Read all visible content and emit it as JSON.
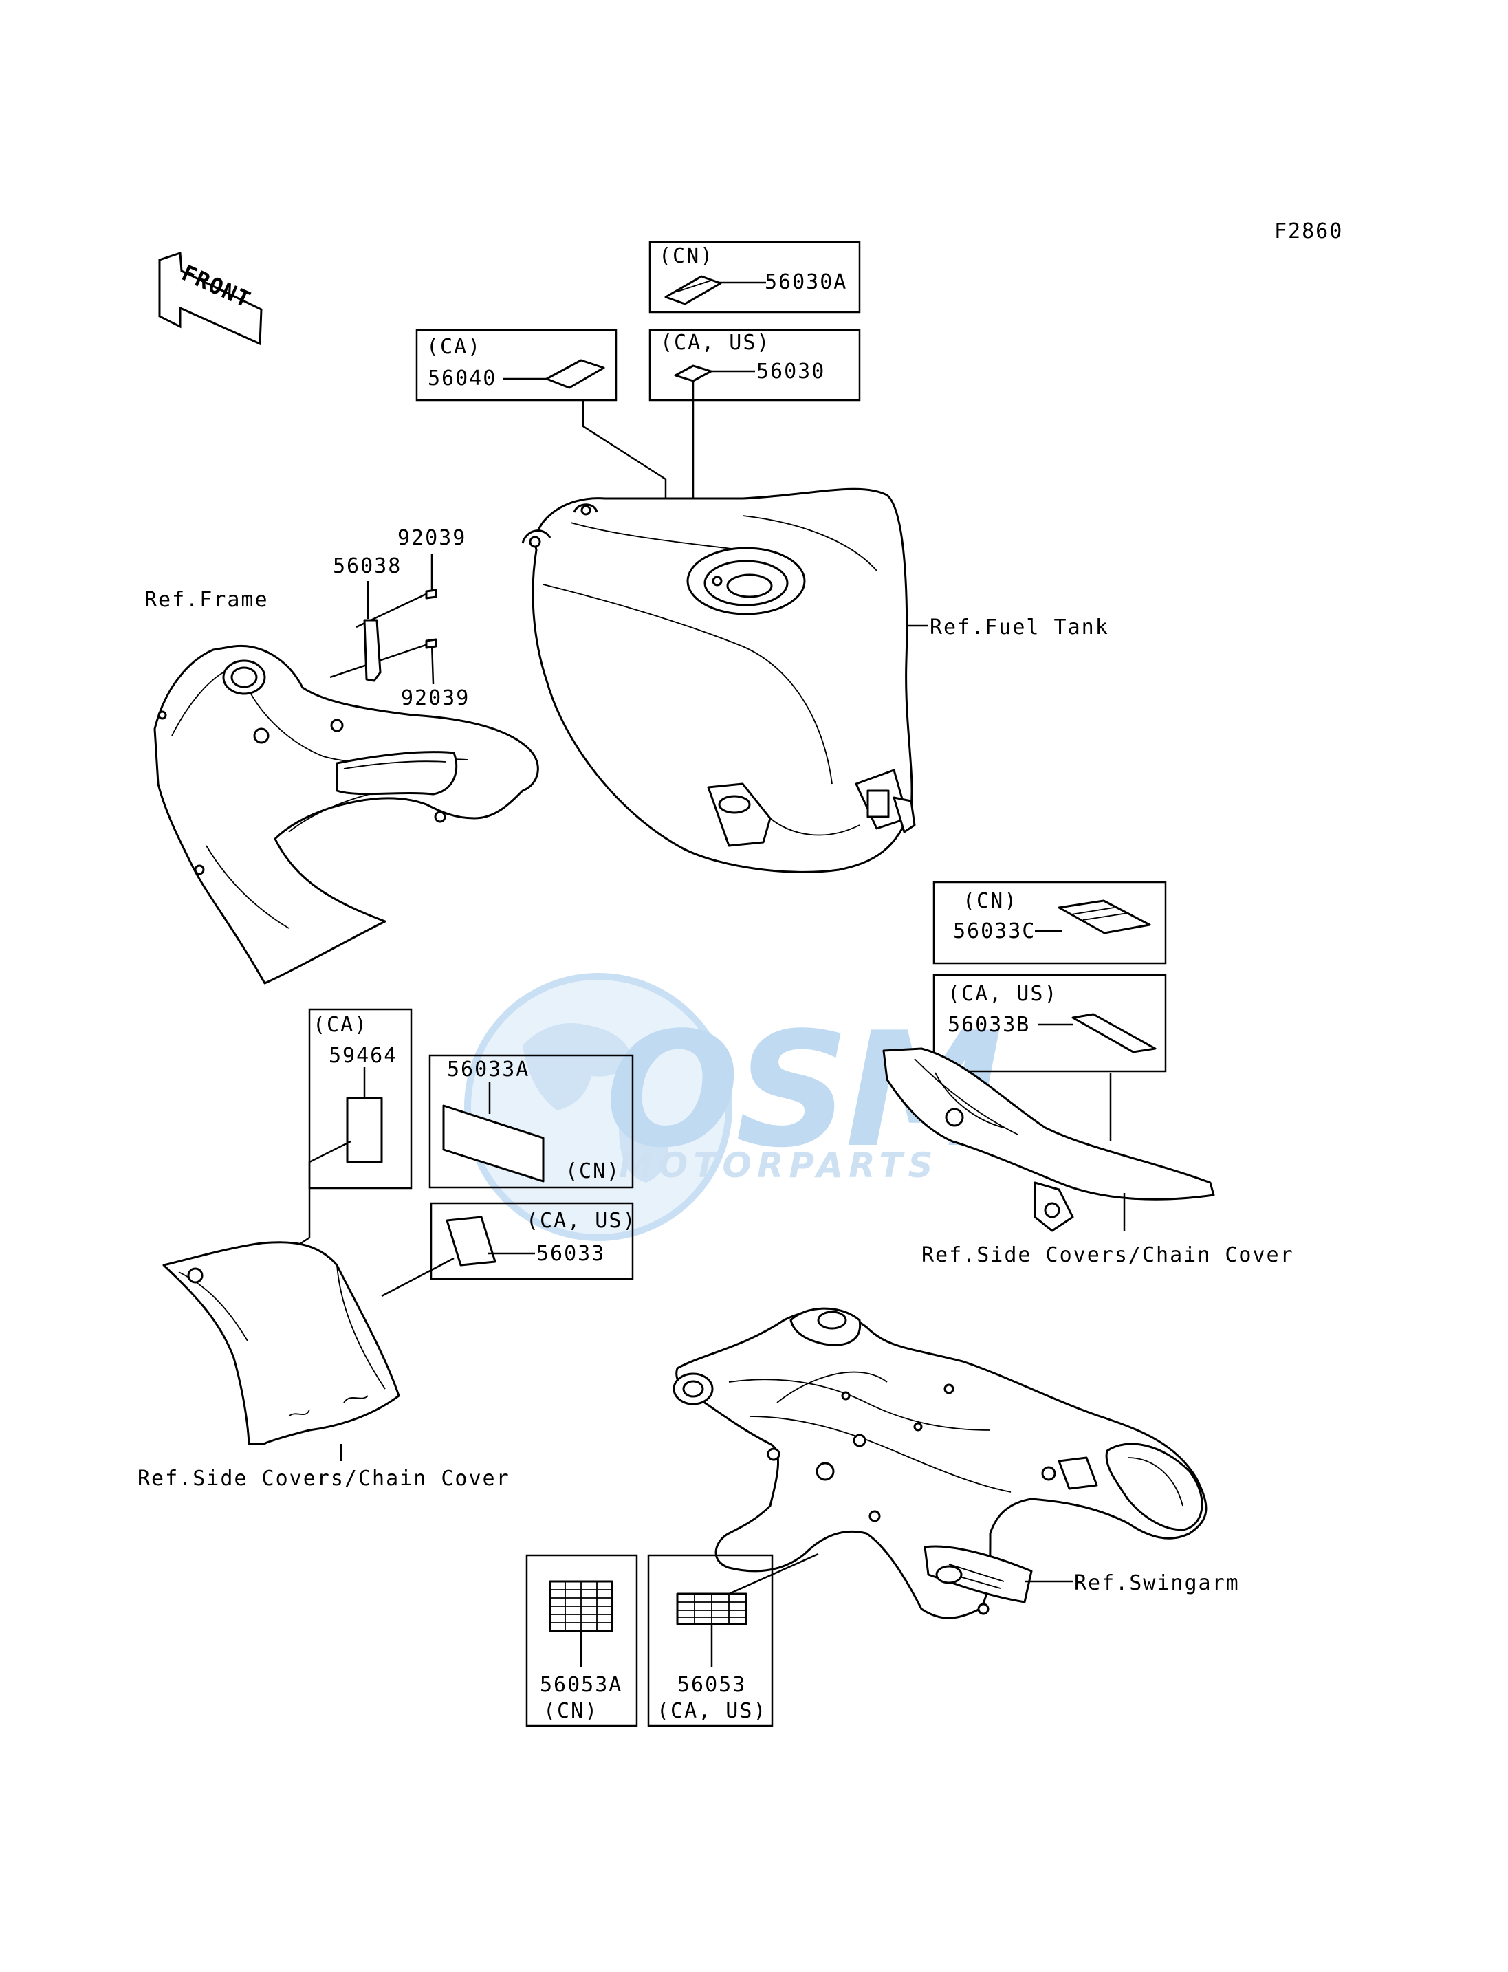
{
  "figure_id": "F2860",
  "front_arrow": "FRONT",
  "watermark": {
    "brand": "OSM",
    "sub": "MOTORPARTS",
    "color": "#7fb3e6"
  },
  "labels": {
    "cn": "(CN)",
    "ca": "(CA)",
    "ca_us": "(CA, US)",
    "ca_us_compact": "(CA,US)",
    "p56030A": "56030A",
    "p56030": "56030",
    "p56040": "56040",
    "p56038": "56038",
    "p92039": "92039",
    "p56033C": "56033C",
    "p56033B": "56033B",
    "p56033A": "56033A",
    "p56033": "56033",
    "p59464": "59464",
    "p56053A": "56053A",
    "p56053": "56053"
  },
  "refs": {
    "frame": "Ref.Frame",
    "fuel_tank": "Ref.Fuel Tank",
    "side_covers": "Ref.Side Covers/Chain Cover",
    "swingarm": "Ref.Swingarm"
  }
}
